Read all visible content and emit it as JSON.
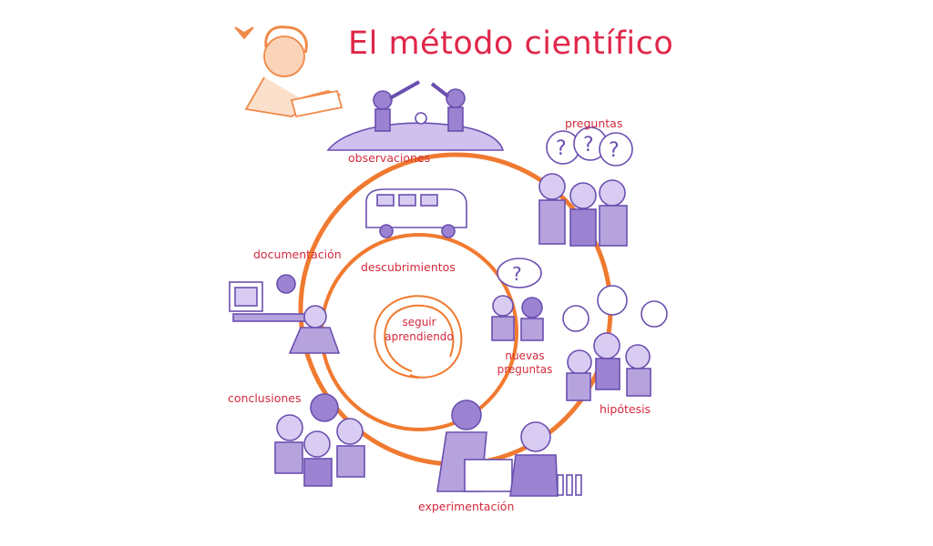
{
  "title": "El método científico",
  "stages": {
    "observaciones": "observaciones",
    "preguntas": "preguntas",
    "hipotesis": "hipótesis",
    "experimentacion": "experimentación",
    "conclusiones": "conclusiones",
    "documentacion": "documentación",
    "descubrimientos": "descubrimientos",
    "nuevas_preguntas_line1": "nuevas",
    "nuevas_preguntas_line2": "preguntas",
    "seguir_line1": "seguir",
    "seguir_line2": "aprendiendo"
  },
  "colors": {
    "title": "#e0264a",
    "labels": "#d42a3c",
    "cycle_ring": "#f07a30",
    "illustration": "#6a4fb0",
    "illustration_fill": "#b6a3de",
    "author_sketch": "#f08a4a"
  }
}
